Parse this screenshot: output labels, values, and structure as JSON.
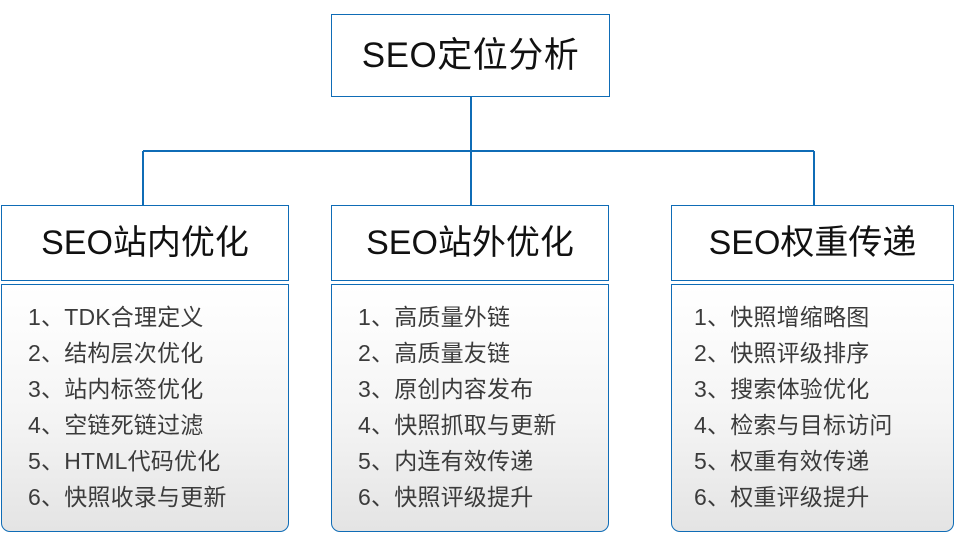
{
  "diagram": {
    "type": "organization-tree",
    "accent_color": "#0f6cb6",
    "text_color": "#111111",
    "list_text_color": "#3b3b3b",
    "body_fill_top": "#ffffff",
    "body_fill_bottom": "#e4e4e4"
  },
  "root": {
    "label": "SEO定位分析"
  },
  "branches": [
    {
      "title": "SEO站内优化",
      "items": [
        "1、TDK合理定义",
        "2、结构层次优化",
        "3、站内标签优化",
        "4、空链死链过滤",
        "5、HTML代码优化",
        "6、快照收录与更新"
      ]
    },
    {
      "title": "SEO站外优化",
      "items": [
        "1、高质量外链",
        "2、高质量友链",
        "3、原创内容发布",
        "4、快照抓取与更新",
        "5、内连有效传递",
        "6、快照评级提升"
      ]
    },
    {
      "title": "SEO权重传递",
      "items": [
        "1、快照增缩略图",
        "2、快照评级排序",
        "3、搜索体验优化",
        "4、检索与目标访问",
        "5、权重有效传递",
        "6、权重评级提升"
      ]
    }
  ]
}
